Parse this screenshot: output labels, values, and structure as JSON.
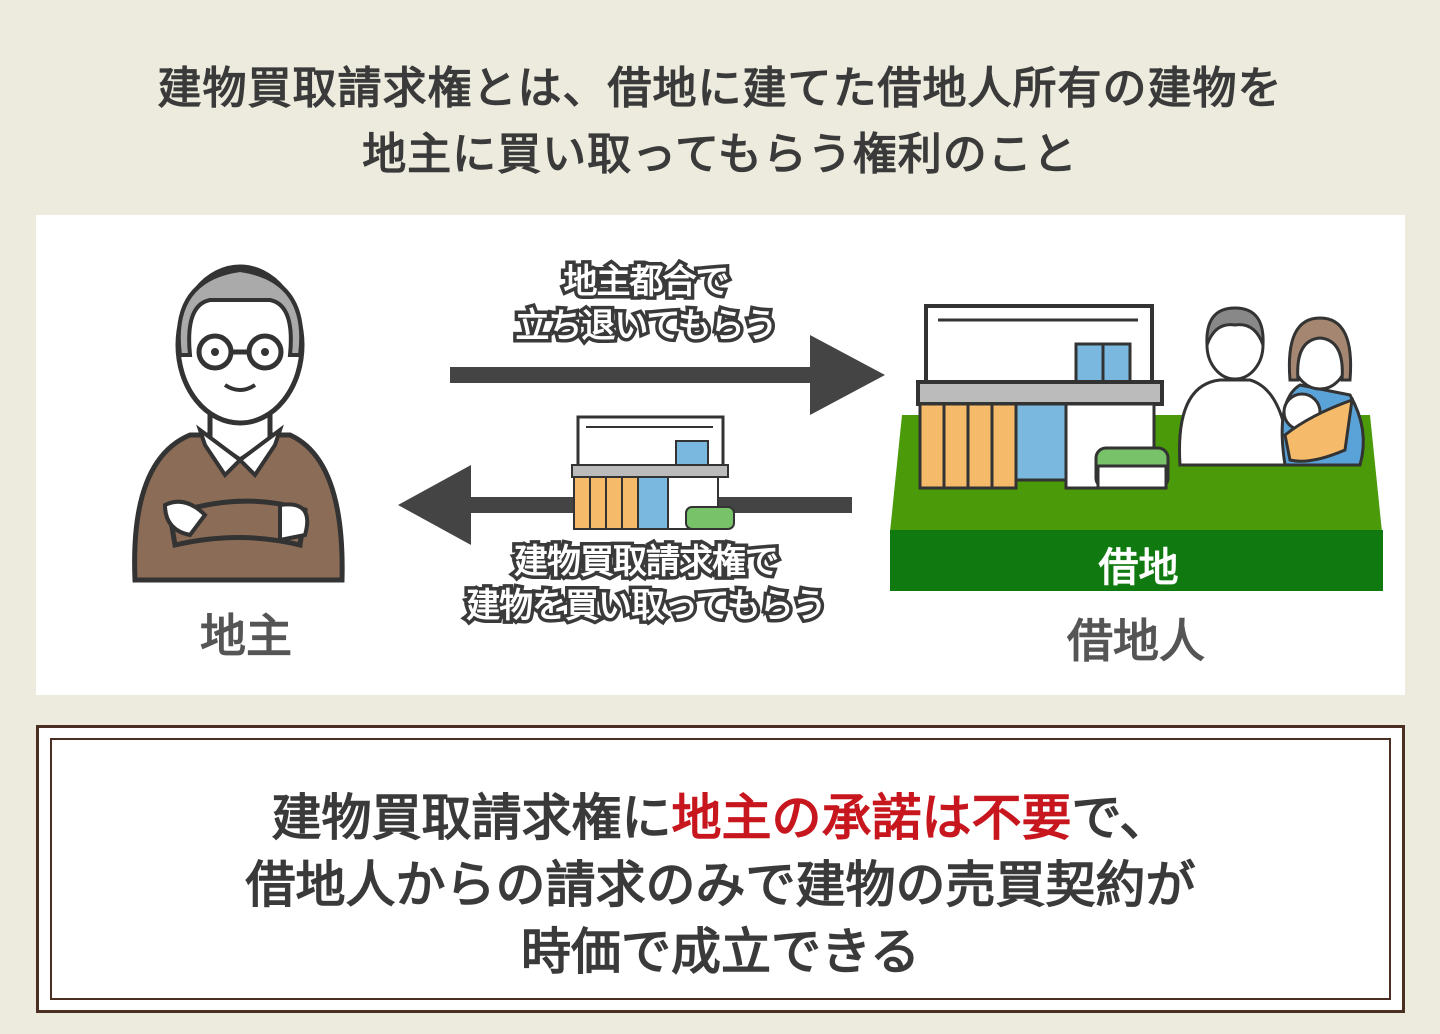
{
  "title": {
    "line1": "建物買取請求権とは、借地に建てた借地人所有の建物を",
    "line2": "地主に買い取ってもらう権利のこと"
  },
  "diagram": {
    "landlord_label": "地主",
    "tenant_label": "借地人",
    "land_label": "借地",
    "arrow_right_text": {
      "line1": "地主都合で",
      "line2": "立ち退いてもらう"
    },
    "arrow_left_text": {
      "line1": "建物買取請求権で",
      "line2": "建物を買い取ってもらう"
    }
  },
  "summary": {
    "line1_pre": "建物買取請求権に",
    "line1_highlight": "地主の承諾は不要",
    "line1_post": "で、",
    "line2": "借地人からの請求のみで建物の売買契約が",
    "line3": "時価で成立できる"
  },
  "colors": {
    "background": "#ecebdd",
    "highlight": "#c8161e",
    "land": "#4a9a0a",
    "land_band": "#107a10",
    "border": "#4a2f22"
  }
}
